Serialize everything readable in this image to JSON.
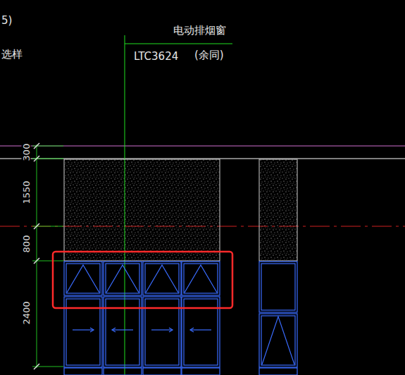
{
  "diagram": {
    "labels": [
      "5)",
      "选样",
      "电动排烟窗",
      "LTC3624",
      "(余同)",
      "300",
      "1550",
      "800",
      "2400"
    ]
  }
}
